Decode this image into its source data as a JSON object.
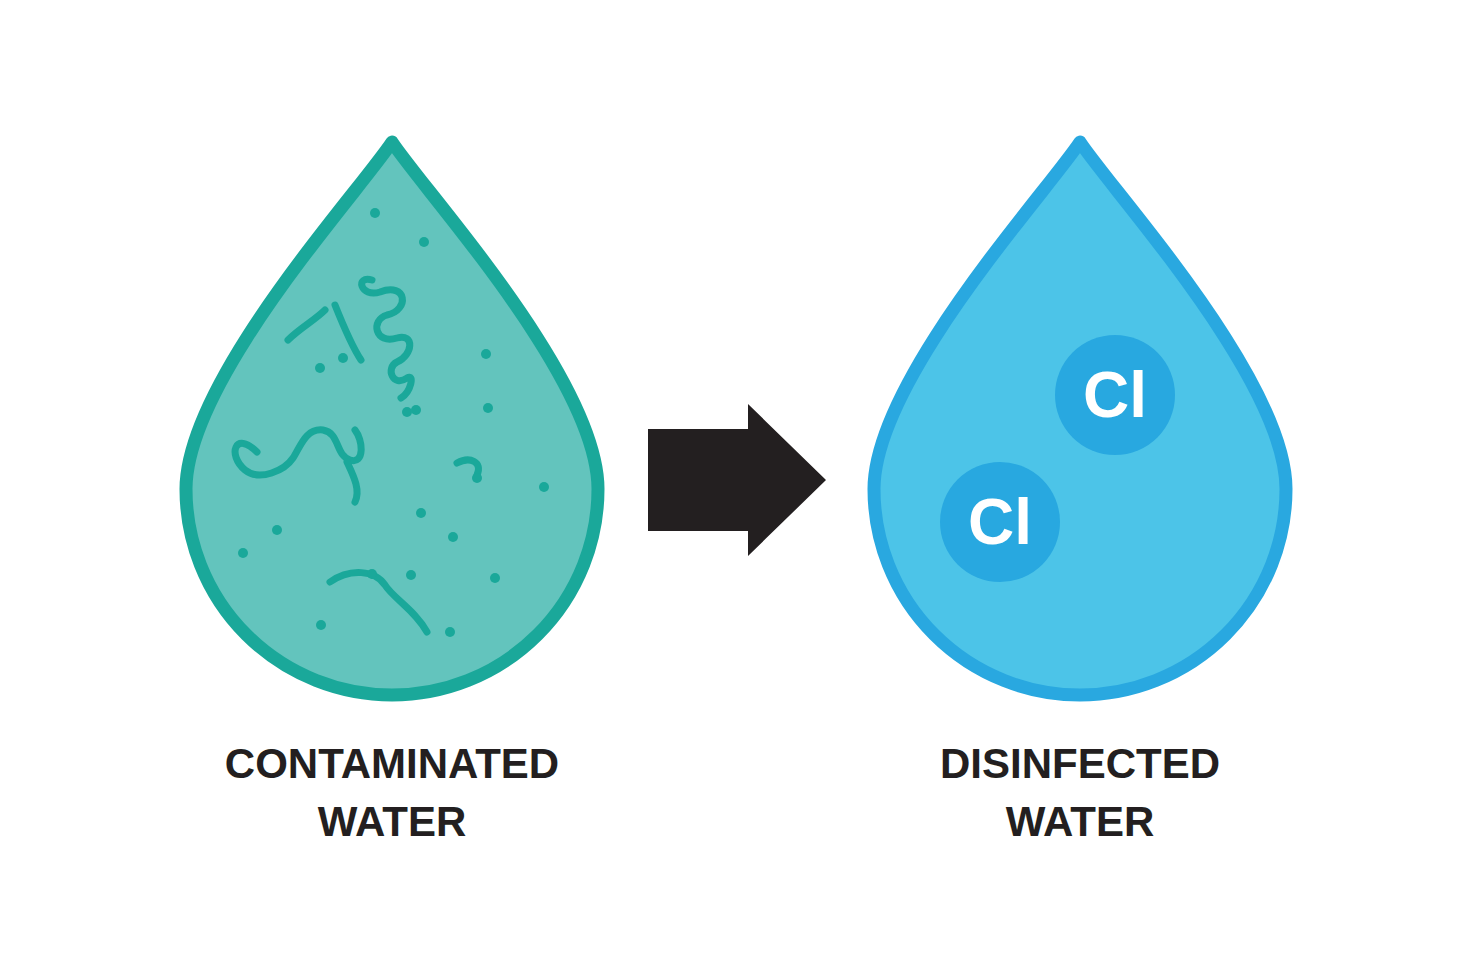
{
  "diagram": {
    "nodes": [
      {
        "text": [
          "CONTAMINATED WATER"
        ]
      },
      {
        "text": [
          "DISINFECTED WATER"
        ]
      },
      {
        "text": [
          "Cl"
        ],
        "in": 1
      },
      {
        "text": [
          "Cl"
        ],
        "in": 1
      }
    ],
    "edges": [
      {
        "from": 0,
        "to": 1,
        "arrow": "to"
      }
    ]
  }
}
